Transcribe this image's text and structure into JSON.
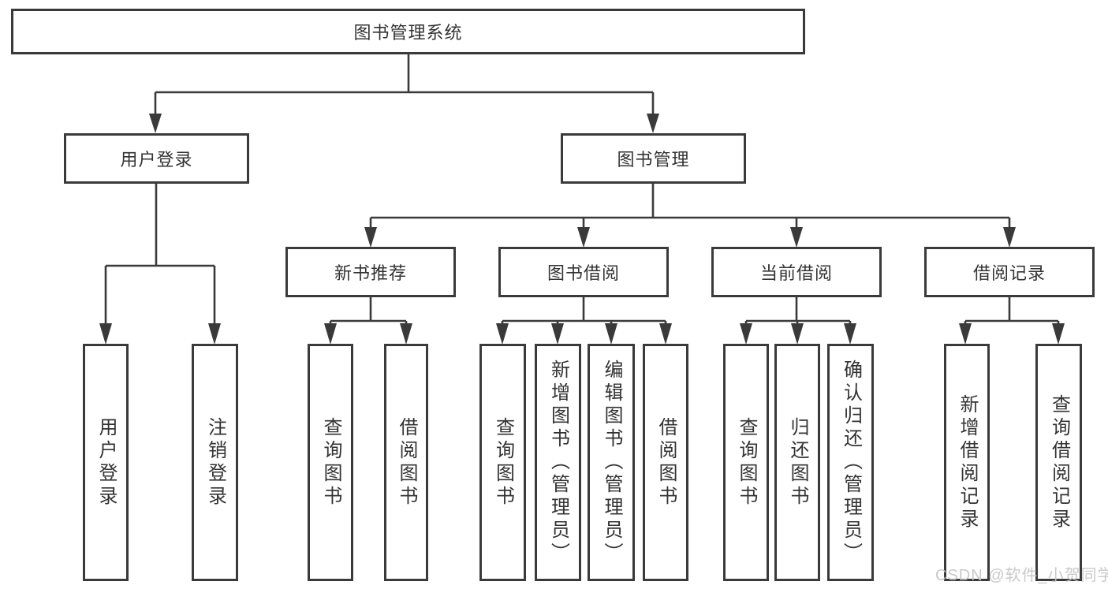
{
  "title": {
    "label": "图书管理系统"
  },
  "watermark": {
    "label": "CSDN @软件_小贺同学"
  },
  "colors": {
    "line": "#3a3a3a",
    "text": "#333333",
    "background": "#ffffff",
    "watermark": "#c4c4c4"
  },
  "level2": {
    "user_login": {
      "label": "用户登录"
    },
    "book_mgmt": {
      "label": "图书管理"
    }
  },
  "level3": {
    "new_books": {
      "label": "新书推荐"
    },
    "book_borrow": {
      "label": "图书借阅"
    },
    "current_borrow": {
      "label": "当前借阅"
    },
    "borrow_records": {
      "label": "借阅记录"
    }
  },
  "leaves": {
    "user_login": [
      "用户登录",
      "注销登录"
    ],
    "new_books": [
      "查询图书",
      "借阅图书"
    ],
    "book_borrow": [
      "查询图书",
      "新增图书（管理员）",
      "编辑图书（管理员）",
      "借阅图书"
    ],
    "current_borrow": [
      "查询图书",
      "归还图书",
      "确认归还（管理员）"
    ],
    "borrow_records": [
      "新增借阅记录",
      "查询借阅记录"
    ]
  }
}
